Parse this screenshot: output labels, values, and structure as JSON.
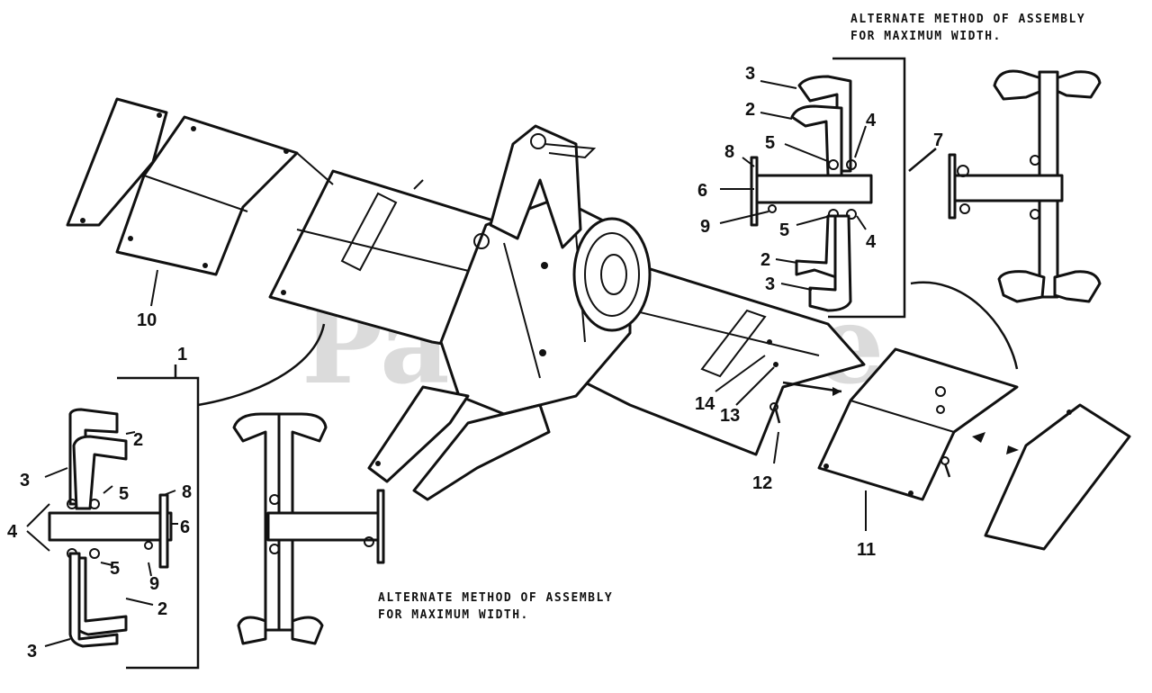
{
  "watermark": "PartsTree",
  "notes": {
    "top_right": [
      "ALTERNATE METHOD OF ASSEMBLY",
      "FOR MAXIMUM WIDTH."
    ],
    "bottom_center": [
      "ALTERNATE METHOD OF ASSEMBLY",
      "FOR MAXIMUM WIDTH."
    ]
  },
  "callouts": {
    "main": [
      "10",
      "1",
      "7",
      "14",
      "13",
      "12",
      "11"
    ],
    "left_detail": [
      "2",
      "3",
      "5",
      "8",
      "4",
      "6",
      "5",
      "9",
      "2",
      "3"
    ],
    "right_detail": [
      "3",
      "2",
      "4",
      "5",
      "8",
      "6",
      "9",
      "5",
      "4",
      "2",
      "3"
    ]
  }
}
